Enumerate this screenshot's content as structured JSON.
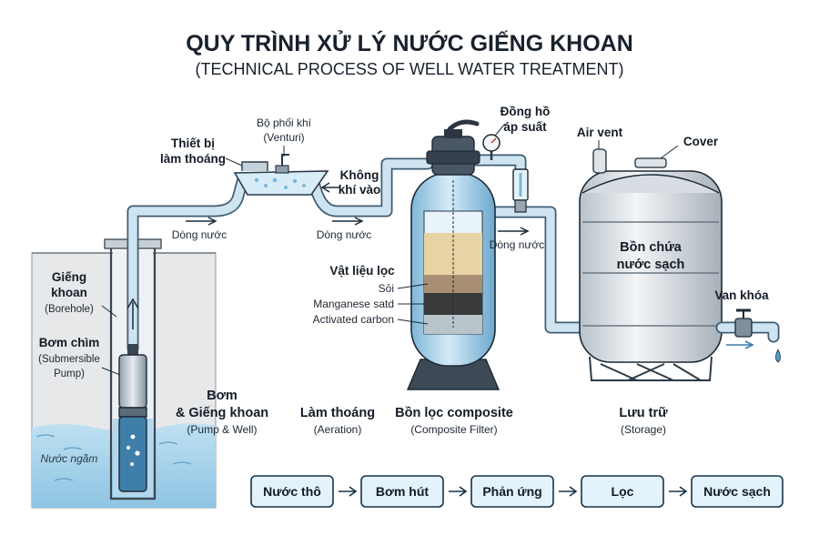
{
  "title": "QUY TRÌNH XỬ LÝ NƯỚC GIẾNG KHOAN",
  "subtitle": "(TECHNICAL PROCESS OF WELL WATER TREATMENT)",
  "labels": {
    "venturi": "Bộ phối khí",
    "venturi_en": "(Venturi)",
    "aerator_line1": "Thiết bị",
    "aerator_line2": "làm thoáng",
    "air_in_line1": "Không",
    "air_in_line2": "khí vào",
    "gauge_line1": "Đồng hồ",
    "gauge_line2": "áp suất",
    "air_vent": "Air vent",
    "cover": "Cover",
    "flow_1": "Dòng nước",
    "flow_2": "Dòng nước",
    "flow_3": "Dòng nước",
    "borehole_line1": "Giếng",
    "borehole_line2": "khoan",
    "borehole_en": "(Borehole)",
    "pump_line1": "Bơm chìm",
    "pump_en1": "(Submersible",
    "pump_en2": "Pump)",
    "groundwater": "Nước ngầm",
    "media_title": "Vật liệu lọc",
    "media_1": "Sỏi",
    "media_2": "Manganese satd",
    "media_3": "Activated carbon",
    "tank_line1": "Bồn chứa",
    "tank_line2": "nước sạch",
    "valve": "Van khóa"
  },
  "stages": [
    {
      "name_line1": "Bơm",
      "name_line2": "& Giếng khoan",
      "en": "(Pump & Well)"
    },
    {
      "name_line1": "Làm thoáng",
      "en": "(Aeration)"
    },
    {
      "name_line1": "Bồn lọc composite",
      "en": "(Composite Filter)"
    },
    {
      "name_line1": "Lưu trữ",
      "en": "(Storage)"
    }
  ],
  "steps": [
    "Nước thô",
    "Bơm hút",
    "Phản ứng",
    "Lọc",
    "Nước sạch"
  ]
}
